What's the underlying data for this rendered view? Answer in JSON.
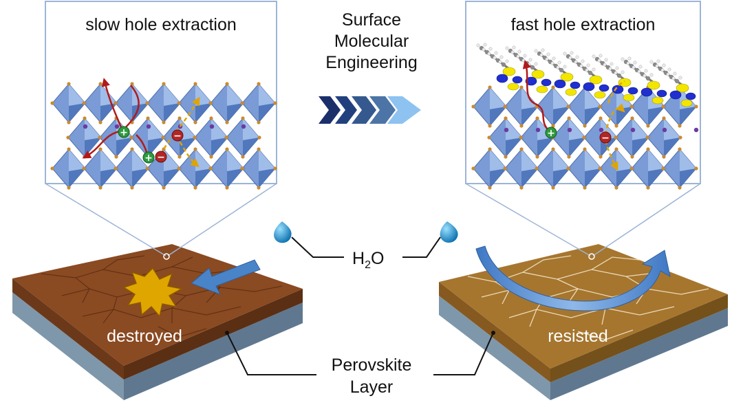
{
  "left_panel": {
    "inset_title": "slow hole extraction",
    "slab_label": "destroyed"
  },
  "right_panel": {
    "inset_title": "fast hole extraction",
    "slab_label": "resisted"
  },
  "center": {
    "title_lines": [
      "Surface",
      "Molecular",
      "Engineering"
    ]
  },
  "water": {
    "label_main": "H",
    "label_sub": "2",
    "label_end": "O"
  },
  "layer": {
    "label_lines": [
      "Perovskite",
      "Layer"
    ]
  },
  "carriers": {
    "hole_symbol": "+",
    "electron_symbol": "−"
  },
  "colors": {
    "inset_border": "#9db4d6",
    "octahedron": "#6f93d2",
    "octahedron_dark": "#3f64a8",
    "slab_destroyed": "#8a4a22",
    "slab_resisted": "#a6762f",
    "substrate": "#7f97ab",
    "water_drop": "#1f8fcf",
    "arrow_blue": "#4a84c8",
    "hole": "#2e9a3e",
    "electron": "#b32626",
    "hole_path": "#b11a1a",
    "electron_path": "#e0a400",
    "explosion": "#e0a600"
  }
}
